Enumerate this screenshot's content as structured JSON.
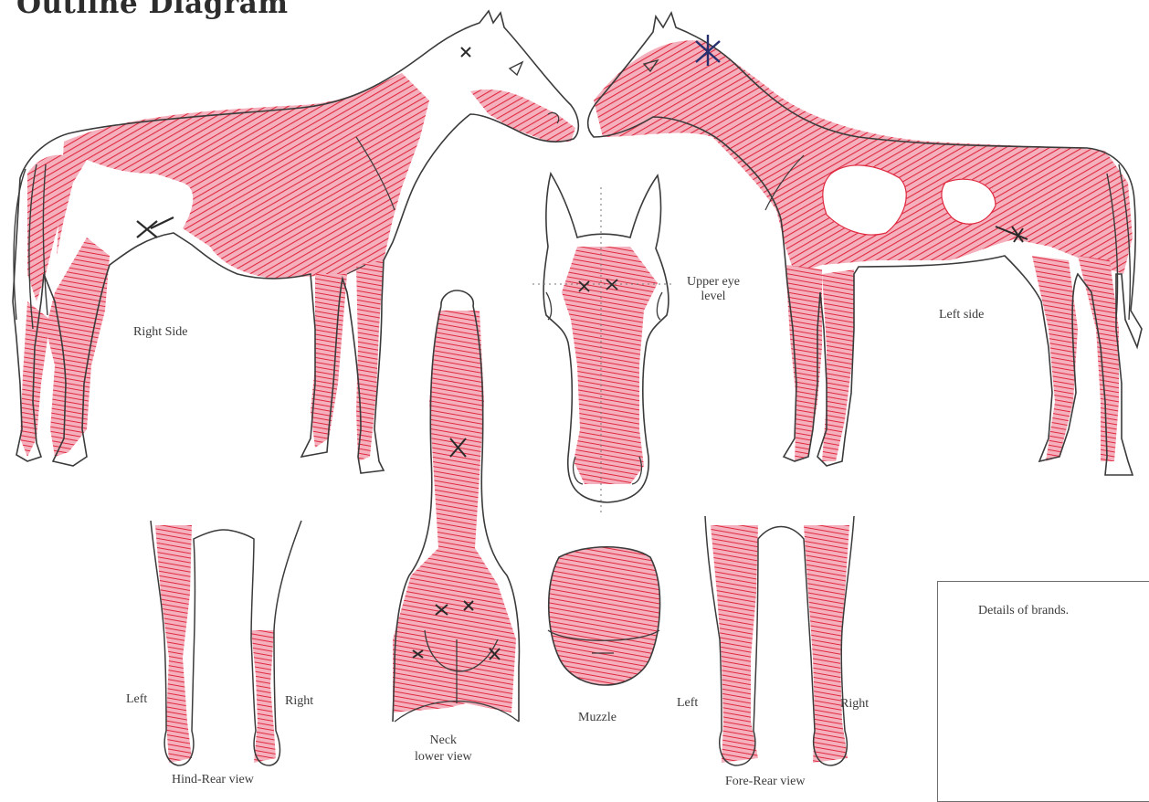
{
  "title": "Outline Diagram",
  "labels": {
    "right_side": "Right Side",
    "left_side": "Left side",
    "upper_eye_level": "Upper eye level",
    "upper_eye_line1": "Upper eye",
    "upper_eye_line2": "level",
    "neck_line1": "Neck",
    "neck_line2": "lower view",
    "muzzle": "Muzzle",
    "hind_rear_view": "Hind-Rear view",
    "fore_rear_view": "Fore-Rear view",
    "hind_left": "Left",
    "hind_right": "Right",
    "fore_left": "Left",
    "fore_right": "Right",
    "details_of_brands": "Details of brands."
  },
  "colors": {
    "outline": "#3b3b3b",
    "marking": "#e0283f",
    "marking_light": "#f2a0ae",
    "whorl_mark": "#2a2a2a",
    "blue_mark": "#27306e"
  },
  "marks": {
    "whorls": [
      "right-side-flank",
      "right-side-poll",
      "left-side-poll",
      "left-side-flank",
      "forehead-left",
      "forehead-right",
      "neck-upper",
      "neck-lower-left",
      "neck-lower-right",
      "chest-left",
      "chest-right"
    ]
  }
}
